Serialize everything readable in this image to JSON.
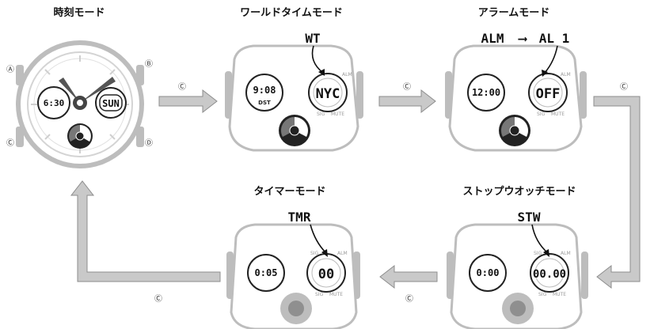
{
  "colors": {
    "arrow_fill": "#c9c9c9",
    "arrow_stroke": "#8d8d8d",
    "bezel": "#bdbdbd",
    "outline": "#222222",
    "hand": "#555555"
  },
  "modes": {
    "timekeeping": {
      "title": "時刻モード",
      "time": "6:30",
      "day": "SUN"
    },
    "world_time": {
      "title": "ワールドタイムモード",
      "code": "WT",
      "time": "9:08",
      "dst": "DST",
      "city": "NYC"
    },
    "alarm": {
      "title": "アラームモード",
      "code_from": "ALM",
      "code_arrow": "⟶",
      "code_to": "AL 1",
      "time": "12:00",
      "status": "OFF"
    },
    "stopwatch": {
      "title": "ストップウオッチモード",
      "code": "STW",
      "time": "0:00",
      "value": "00.00"
    },
    "timer": {
      "title": "タイマーモード",
      "code": "TMR",
      "time": "0:05",
      "value": "00"
    }
  },
  "buttons": {
    "a": "Ⓐ",
    "b": "Ⓑ",
    "c": "Ⓒ",
    "d": "Ⓓ"
  },
  "ring_labels": {
    "top_left": "SIG",
    "top_right": "ALM",
    "bottom_left": "SIG",
    "bottom_right": "MUTE"
  }
}
